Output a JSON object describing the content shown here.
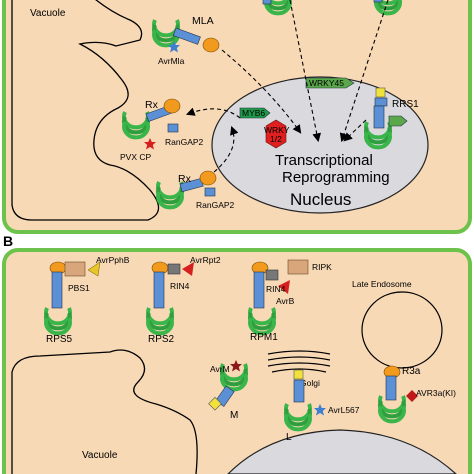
{
  "colors": {
    "cell_fill": "#f8d9b6",
    "cell_border": "#6cc24a",
    "nucleus_fill": "#d9d9de",
    "nr_domain": "#5b8fd6",
    "lrr_domain": "#3ab54a",
    "cc_domain": "#f29a1e",
    "wrky_green": "#5aa84a",
    "wrky_red": "#e02020",
    "effector_red": "#d62020",
    "effector_blue": "#3d7fd0",
    "effector_yellow": "#e8c52c",
    "tan_box": "#d9a57a"
  },
  "panel_a": {
    "compartments": {
      "vacuole": "Vacuole",
      "nucleus": "Nucleus"
    },
    "receptors": {
      "mla": "MLA",
      "rx_1": "Rx",
      "rx_2": "Rx",
      "rrs1": "RRS1"
    },
    "proteins": {
      "rangap2_1": "RanGAP2",
      "rangap2_2": "RanGAP2"
    },
    "effectors": {
      "avrmla": "AvrMla",
      "pvx_cp": "PVX CP"
    },
    "tfs": {
      "wrky45": "WRKY45",
      "myb6": "MYB6",
      "wrky12_line1": "WRKY",
      "wrky12_line2": "1/2"
    },
    "process": {
      "line1": "Transcriptional",
      "line2": "Reprogramming"
    }
  },
  "panel_b": {
    "panel_label": "B",
    "compartments": {
      "late_endosome": "Late Endosome",
      "golgi": "Golgi",
      "vacuole": "Vacuole"
    },
    "receptors": {
      "rps5": "RPS5",
      "rps2": "RPS2",
      "rpm1": "RPM1",
      "r3a": "R3a",
      "m": "M",
      "l": "L"
    },
    "proteins": {
      "pbs1": "PBS1",
      "rin4_1": "RIN4",
      "rin4_2": "RIN4",
      "ripk": "RIPK"
    },
    "effectors": {
      "avrpphb": "AvrPphB",
      "avrrpt2": "AvrRpt2",
      "avrb": "AvrB",
      "avrm": "AvrM",
      "avrl567": "AvrL567",
      "avr3a": "AVR3a(KI)"
    }
  }
}
